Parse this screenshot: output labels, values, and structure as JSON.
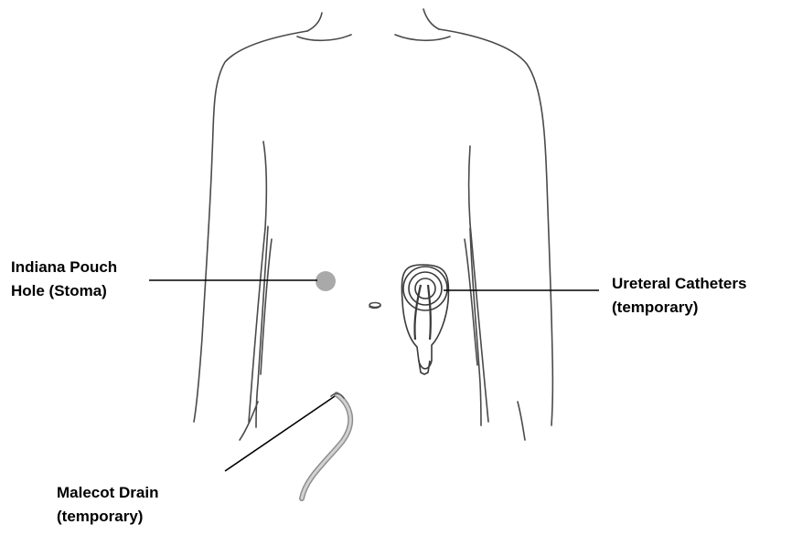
{
  "labels": {
    "stoma": {
      "line1": "Indiana Pouch",
      "line2": "Hole (Stoma)"
    },
    "ureteral": {
      "line1": "Ureteral Catheters",
      "line2": "(temporary)"
    },
    "malecot": {
      "line1": "Malecot Drain",
      "line2": "(temporary)"
    }
  },
  "colors": {
    "outline": "#4a4a4a",
    "stoma_fill": "#a9a9a9",
    "drain_tube": "#b3b3b3",
    "leader_line": "#000000"
  }
}
